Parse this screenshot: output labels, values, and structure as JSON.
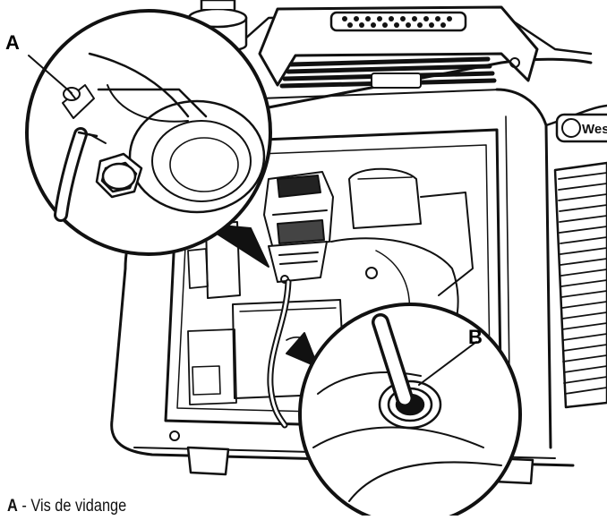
{
  "diagram": {
    "callouts": {
      "a": "A",
      "b": "B"
    },
    "legend": {
      "item_a_key": "A",
      "item_a_sep": "-",
      "item_a_text": "Vis de vidange"
    },
    "brand_fragment": "Westi"
  }
}
